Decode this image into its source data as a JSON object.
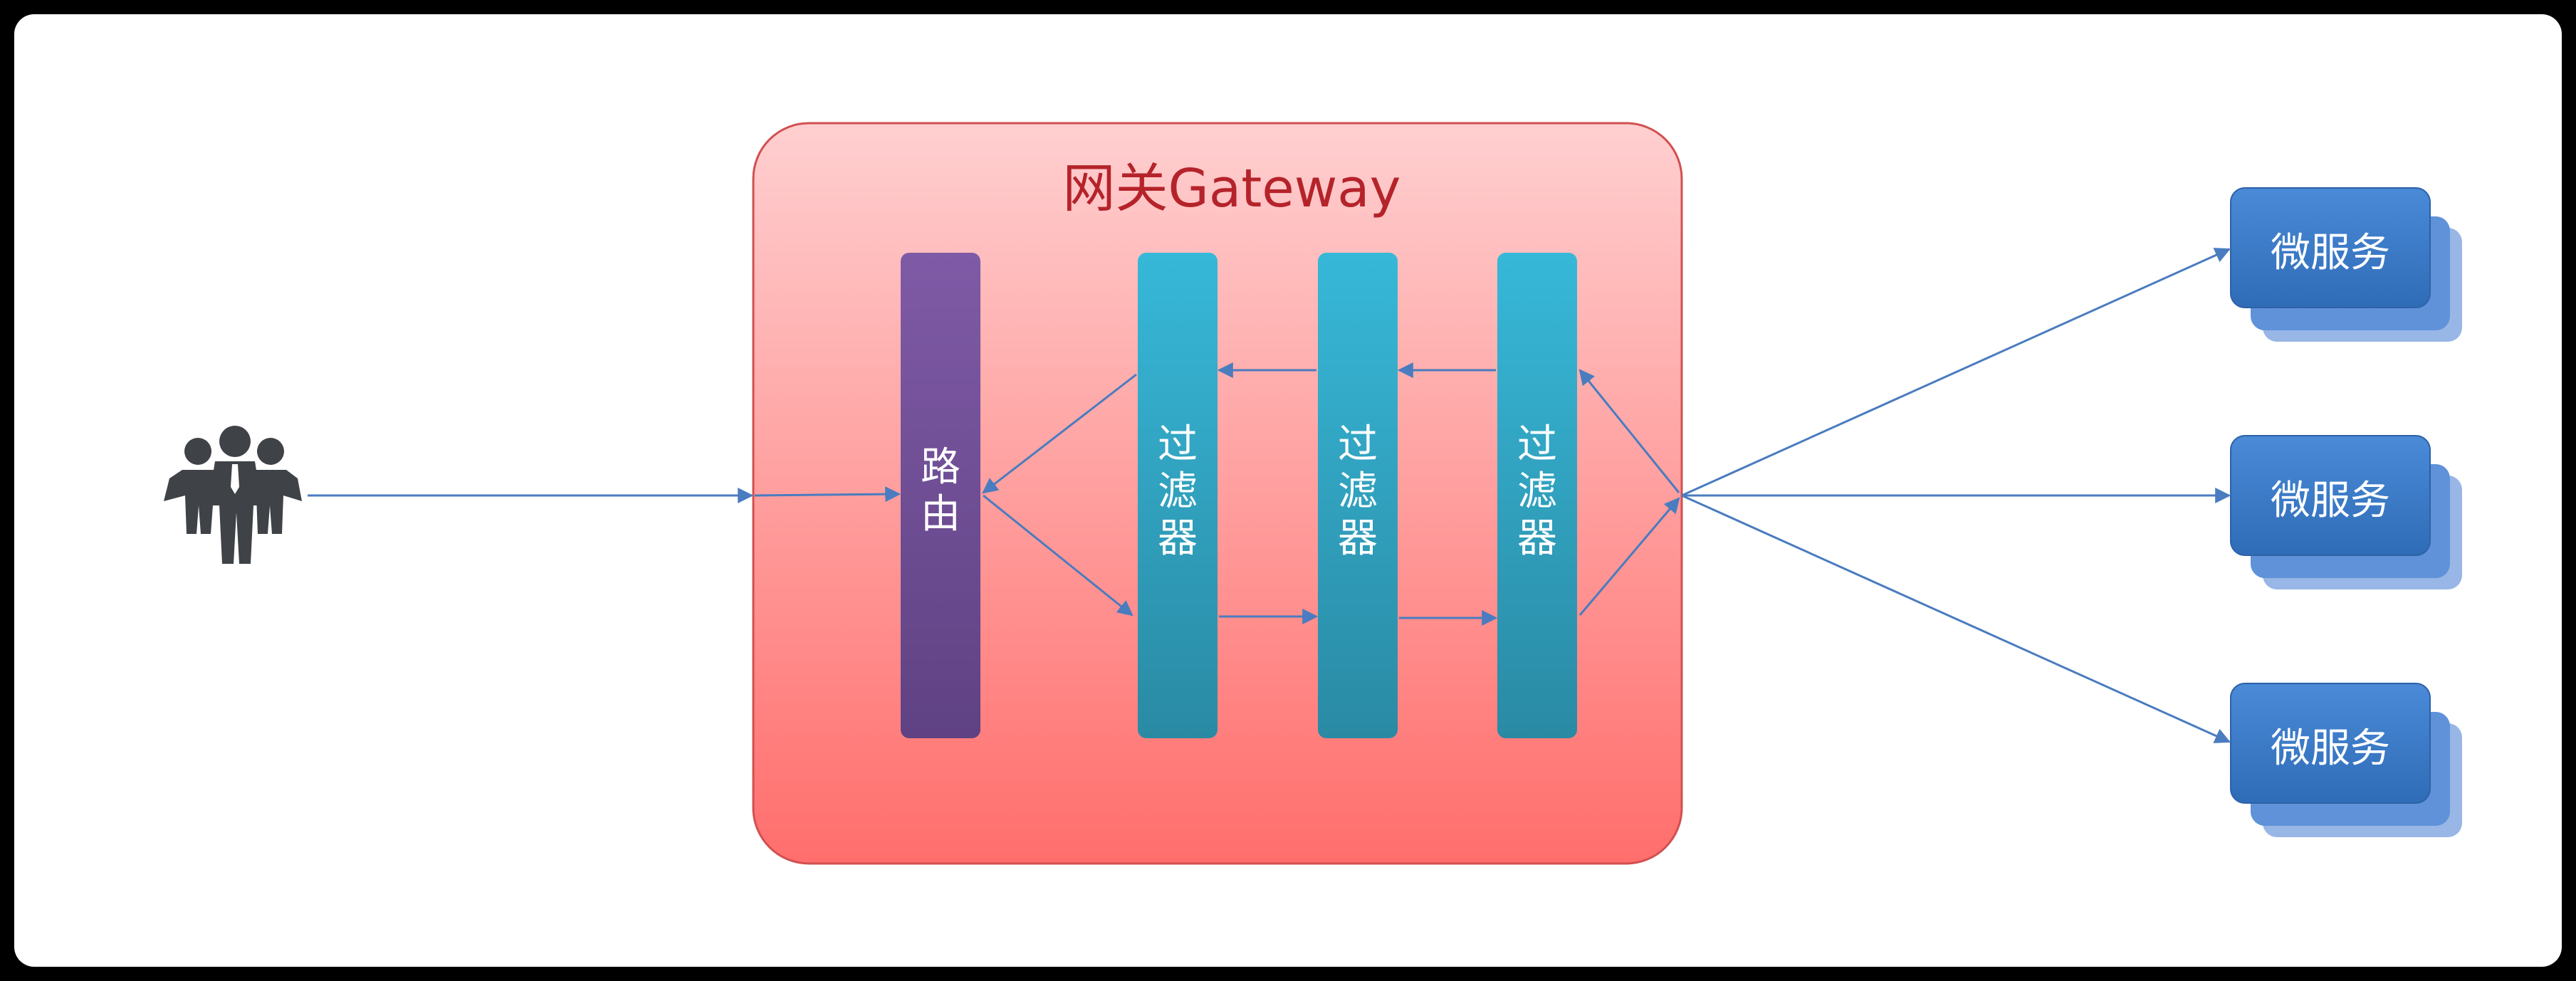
{
  "gateway": {
    "title": "网关Gateway"
  },
  "router": {
    "label_chars": [
      "路",
      "由"
    ]
  },
  "filters": [
    {
      "label_chars": [
        "过",
        "滤",
        "器"
      ]
    },
    {
      "label_chars": [
        "过",
        "滤",
        "器"
      ]
    },
    {
      "label_chars": [
        "过",
        "滤",
        "器"
      ]
    }
  ],
  "services": [
    {
      "label": "微服务"
    },
    {
      "label": "微服务"
    },
    {
      "label": "微服务"
    }
  ],
  "icons": {
    "users": "users-group-icon"
  },
  "colors": {
    "gateway_fill_top": "#ffcfd0",
    "gateway_fill_bottom": "#ff6e6c",
    "gateway_border": "#d25050",
    "gateway_title": "#b5232a",
    "router_top": "#7f5aa6",
    "router_bottom": "#5f4283",
    "filter_top": "#37b8d8",
    "filter_bottom": "#2a8aa4",
    "service_front": "#3a7bc8",
    "service_back": "#86a9e2",
    "arrow": "#4a7cbf",
    "people": "#3f4246"
  }
}
